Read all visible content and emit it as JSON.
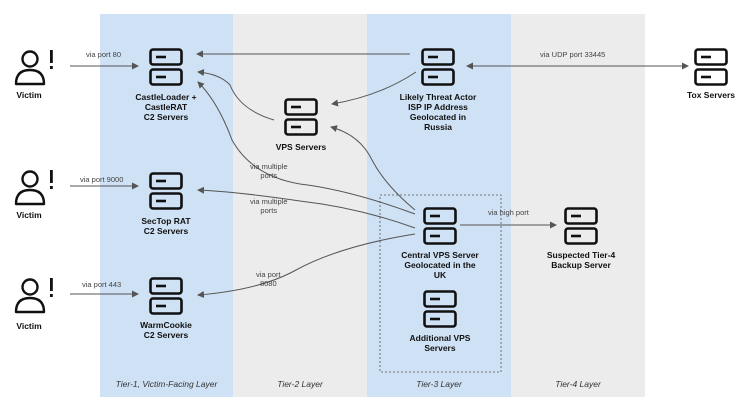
{
  "tiers": [
    {
      "label": "Tier-1, Victim-Facing Layer",
      "color": "#cfe1f4"
    },
    {
      "label": "Tier-2 Layer",
      "color": "#ececec"
    },
    {
      "label": "Tier-3 Layer",
      "color": "#cfe1f4"
    },
    {
      "label": "Tier-4 Layer",
      "color": "#ececec"
    }
  ],
  "victims": [
    {
      "label": "Victim"
    },
    {
      "label": "Victim"
    },
    {
      "label": "Victim"
    }
  ],
  "nodes": {
    "castleloader": "CastleLoader +\nCastleRAT\nC2 Servers",
    "sectop": "SecTop RAT\nC2 Servers",
    "warmcookie": "WarmCookie\nC2 Servers",
    "vps": "VPS Servers",
    "threat_actor": "Likely Threat Actor\nISP IP Address\nGeolocated in\nRussia",
    "central_vps": "Central VPS Server\nGeolocated in the\nUK",
    "additional_vps": "Additional VPS\nServers",
    "tier4": "Suspected Tier-4\nBackup Server",
    "tox": "Tox Servers"
  },
  "edges": {
    "port80": "via port 80",
    "port9000": "via port 9000",
    "port443": "via port 443",
    "udp": "via UDP port 33445",
    "multiple1": "via multiple\nports",
    "multiple2": "via multiple\nports",
    "port8080": "via port\n8080",
    "high_port": "via high port"
  },
  "colors": {
    "icon": "#111111",
    "arrow": "#555555",
    "box_border": "#555555"
  }
}
